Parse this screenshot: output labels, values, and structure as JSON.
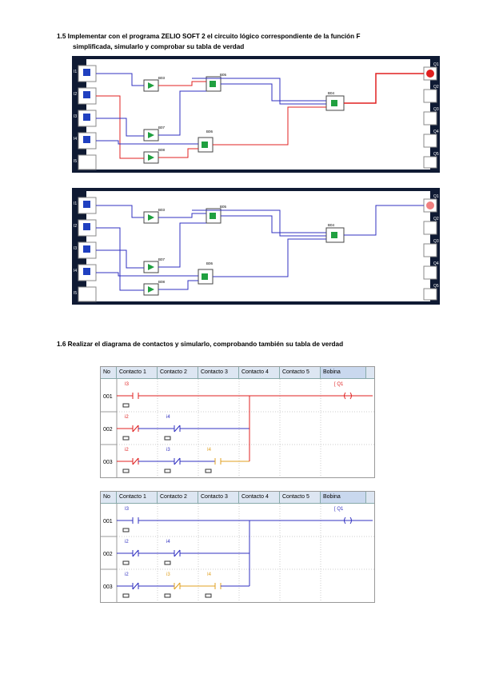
{
  "section_1_5": {
    "number": "1.5",
    "line1": "Implementar con el programa ZELIO SOFT 2 el circuito lógico correspondiente de la función F",
    "line2": "simplificada, simularlo y comprobar su tabla de verdad"
  },
  "section_1_6": {
    "number": "1.6",
    "text": "Realizar el diagrama de contactos y simularlo, comprobando también su tabla de verdad"
  },
  "fbd": {
    "inputs": [
      "I1",
      "I2",
      "I3",
      "I4",
      "I5"
    ],
    "outputs": [
      "Q1",
      "Q2",
      "Q3",
      "Q4",
      "Q5"
    ],
    "blocks": [
      "B03",
      "B07",
      "B08",
      "B05",
      "B06",
      "B04"
    ]
  },
  "ladder": {
    "headers": [
      "No",
      "Contacto 1",
      "Contacto 2",
      "Contacto 3",
      "Contacto 4",
      "Contacto 5",
      "Bobina"
    ],
    "diagram1": {
      "rows": [
        {
          "no": "001",
          "contacts": [
            "I3"
          ],
          "coil": "[ Q1"
        },
        {
          "no": "002",
          "contacts": [
            "i2",
            "i4"
          ]
        },
        {
          "no": "003",
          "contacts": [
            "i2",
            "i3",
            "I4"
          ]
        }
      ]
    },
    "diagram2": {
      "rows": [
        {
          "no": "001",
          "contacts": [
            "I3"
          ],
          "coil": "[ Q1"
        },
        {
          "no": "002",
          "contacts": [
            "i2",
            "i4"
          ]
        },
        {
          "no": "003",
          "contacts": [
            "i2",
            "i3",
            "I4"
          ]
        }
      ]
    }
  },
  "colors": {
    "active": "#e02020",
    "inactive": "#3030c0",
    "contact_orange": "#e0a020",
    "canvas": "#0f1a33"
  }
}
